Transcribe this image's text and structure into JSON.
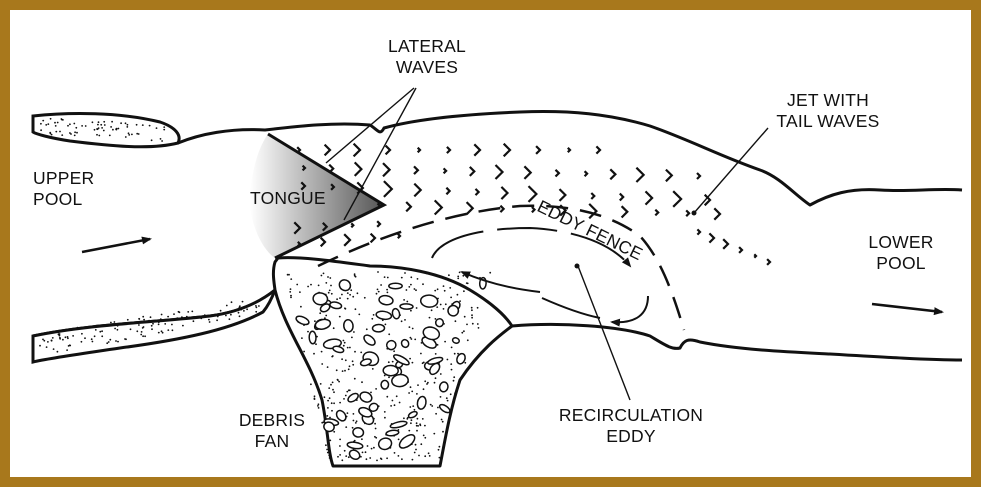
{
  "frame": {
    "border_color": "#a8781c",
    "background": "#ffffff"
  },
  "labels": {
    "upper_pool": [
      "UPPER",
      "POOL"
    ],
    "lateral_waves": [
      "LATERAL",
      "WAVES"
    ],
    "tongue": "TONGUE",
    "eddy_fence": "EDDY FENCE",
    "jet": [
      "JET WITH",
      "TAIL WAVES"
    ],
    "lower_pool": [
      "LOWER",
      "POOL"
    ],
    "debris_fan": [
      "DEBRIS",
      "FAN"
    ],
    "recirculation_eddy": [
      "RECIRCULATION",
      "EDDY"
    ]
  },
  "colors": {
    "ink": "#111111",
    "tongue_dark": "#555555",
    "tongue_light": "#ffffff"
  }
}
